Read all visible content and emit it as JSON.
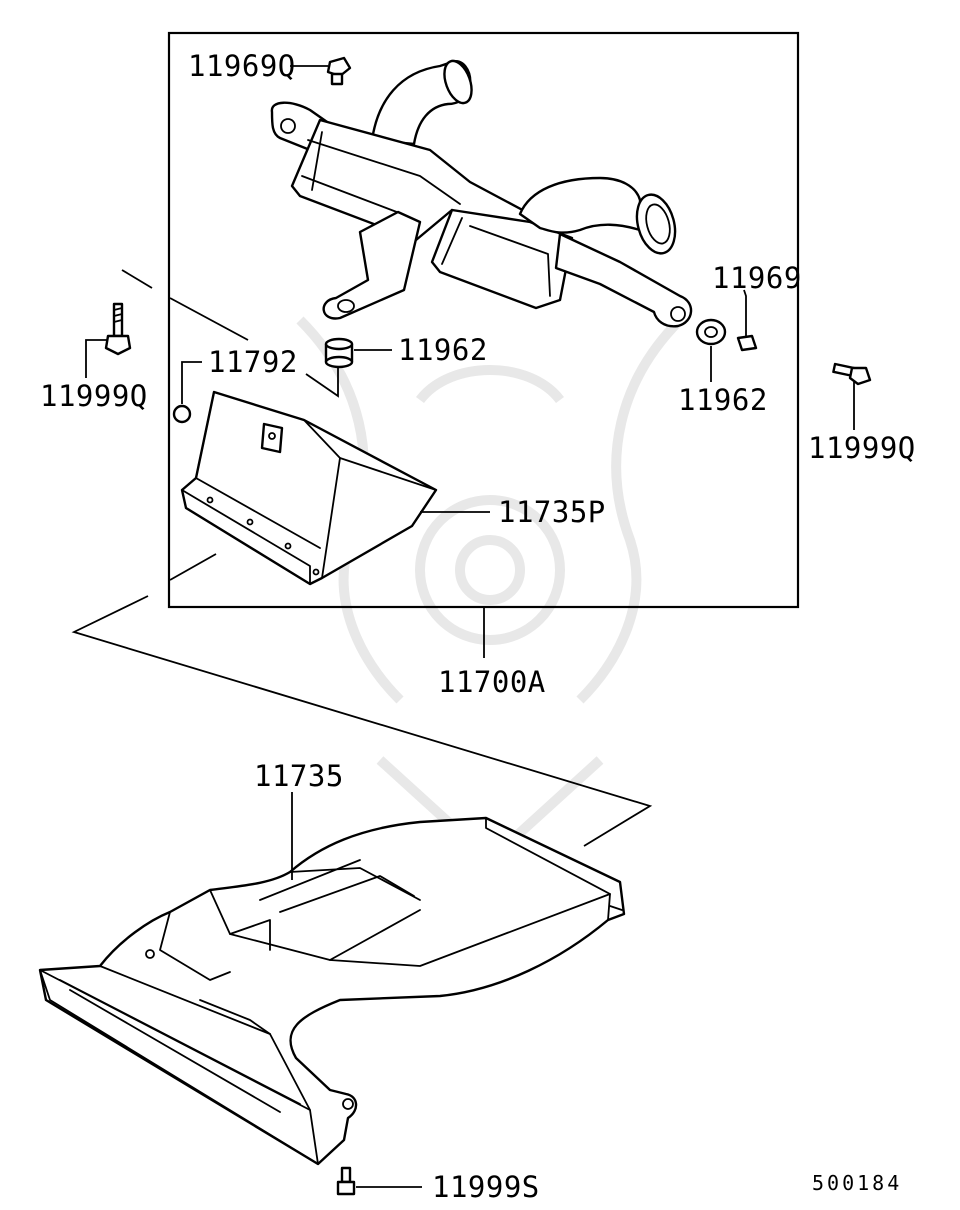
{
  "diagram_id": "500184",
  "labels": {
    "l_11969Q": "11969Q",
    "l_11999Q_left": "11999Q",
    "l_11792": "11792",
    "l_11962_center": "11962",
    "l_11969": "11969",
    "l_11962_right": "11962",
    "l_11999Q_right": "11999Q",
    "l_11735P": "11735P",
    "l_11700A": "11700A",
    "l_11735": "11735",
    "l_11999S": "11999S"
  },
  "colors": {
    "line": "#000000",
    "background": "#ffffff",
    "watermark": "#e8e8e8"
  }
}
